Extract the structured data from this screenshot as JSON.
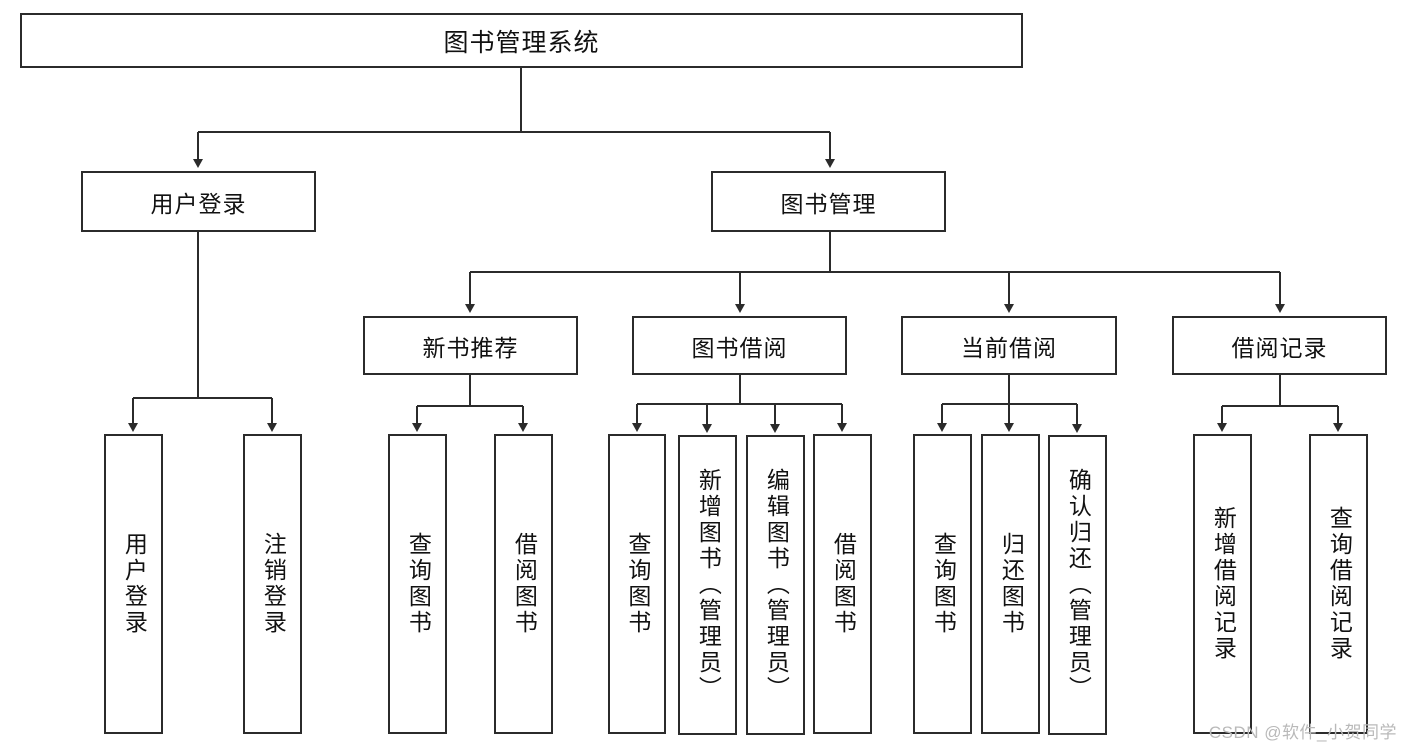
{
  "diagram": {
    "type": "tree",
    "title": "图书管理系统",
    "orientation": "top-down",
    "colors": {
      "box_border": "#2b2b2b",
      "box_fill": "#ffffff",
      "line": "#2b2b2b",
      "text": "#111111",
      "watermark": "#b9b9b9",
      "background": "#ffffff"
    },
    "root": {
      "label": "图书管理系统"
    },
    "level2": [
      {
        "label": "用户登录"
      },
      {
        "label": "图书管理"
      }
    ],
    "level3": [
      {
        "label": "新书推荐"
      },
      {
        "label": "图书借阅"
      },
      {
        "label": "当前借阅"
      },
      {
        "label": "借阅记录"
      }
    ],
    "leaves": {
      "user_login": [
        {
          "label": "用户登录"
        },
        {
          "label": "注销登录"
        }
      ],
      "new_book_recommend": [
        {
          "label": "查询图书"
        },
        {
          "label": "借阅图书"
        }
      ],
      "book_borrow": [
        {
          "label": "查询图书"
        },
        {
          "label": "新增图书（管理员）"
        },
        {
          "label": "编辑图书（管理员）"
        },
        {
          "label": "借阅图书"
        }
      ],
      "current_borrow": [
        {
          "label": "查询图书"
        },
        {
          "label": "归还图书"
        },
        {
          "label": "确认归还（管理员）"
        }
      ],
      "borrow_record": [
        {
          "label": "新增借阅记录"
        },
        {
          "label": "查询借阅记录"
        }
      ]
    }
  },
  "watermark": {
    "text": "CSDN @软件_小贺同学"
  }
}
